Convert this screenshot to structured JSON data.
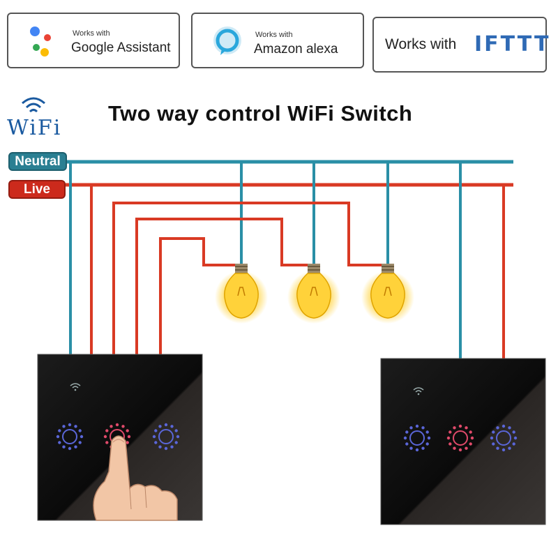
{
  "badges": {
    "google": {
      "small": "Works with",
      "big": "Google Assistant"
    },
    "alexa": {
      "small": "Works with",
      "big": "Amazon alexa"
    },
    "ifttt": {
      "text": "Works with",
      "logo": "IFTTT"
    }
  },
  "title": "Two way control WiFi Switch",
  "wifi_logo": "WiFi",
  "lines": {
    "neutral": "Neutral",
    "live": "Live"
  },
  "colors": {
    "neutral_wire": "#2a8fa6",
    "live_wire": "#d93a24",
    "panel": "#0b0b0b",
    "ring_blue": "#5a66d8",
    "ring_pink": "#e04a6a",
    "bulb_glow": "#ffd23a"
  },
  "icons": [
    "google-assistant-dots-icon",
    "alexa-ring-icon",
    "wifi-icon",
    "light-bulb-icon",
    "finger-icon"
  ]
}
